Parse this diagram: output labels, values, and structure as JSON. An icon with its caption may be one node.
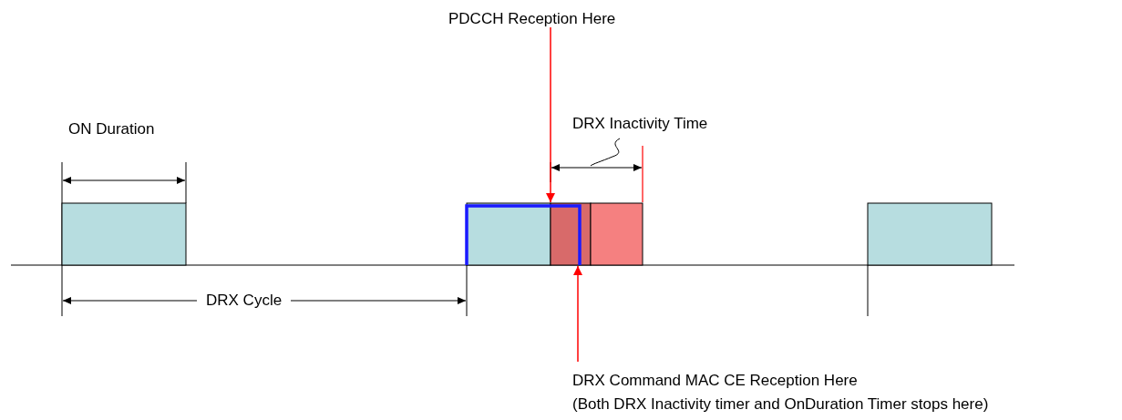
{
  "diagram": {
    "nodes": [
      {
        "text": [
          "PDCCH Reception Here"
        ]
      },
      {
        "text": [
          "DRX Command MAC CE Reception Here",
          "(Both DRX Inactivity timer and OnDuration Timer stops here)"
        ]
      },
      {
        "text": [],
        "shape": "box"
      },
      {
        "text": [],
        "shape": "box"
      },
      {
        "text": [],
        "shape": "box"
      },
      {
        "text": [],
        "shape": "box"
      }
    ],
    "edges": [
      {
        "from": 0,
        "to": 4,
        "arrow": "to",
        "color": "#ff0000"
      },
      {
        "from": 1,
        "to": 4,
        "arrow": "to",
        "color": "#ff0000"
      }
    ],
    "labels": [
      "ON Duration",
      "DRX Inactivity Time",
      "DRX Cycle"
    ]
  }
}
